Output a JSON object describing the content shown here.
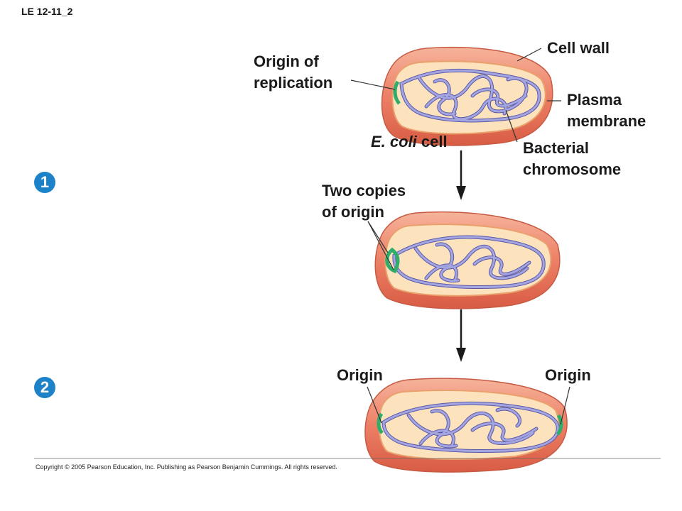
{
  "figure_id": "LE 12-11_2",
  "steps": [
    "1",
    "2"
  ],
  "labels": {
    "cell_wall": "Cell wall",
    "origin_of_replication": [
      "Origin of",
      "replication"
    ],
    "plasma_membrane": [
      "Plasma",
      "membrane"
    ],
    "ecoli_italic": "E. coli",
    "ecoli_rest": " cell",
    "bacterial_chromosome": [
      "Bacterial",
      "chromosome"
    ],
    "two_copies_of_origin": [
      "Two copies",
      "of origin"
    ],
    "origin_left": "Origin",
    "origin_right": "Origin"
  },
  "copyright": "Copyright © 2005 Pearson Education, Inc. Publishing as Pearson Benjamin Cummings. All rights reserved.",
  "colors": {
    "cell_wall": "#e8735a",
    "cell_wall_light": "#f4a98f",
    "cytoplasm": "#fde3bd",
    "chromosome": "#9a9ad8",
    "chromosome_dark": "#5a5aa8",
    "origin": "#2eae6a",
    "step_badge": "#1e82c8"
  }
}
